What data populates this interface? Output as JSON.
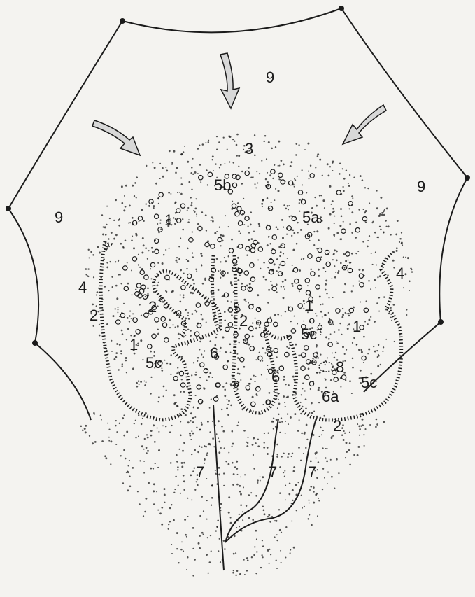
{
  "figure": {
    "labels": [
      {
        "id": "l-9-top",
        "text": "9"
      },
      {
        "id": "l-9-left",
        "text": "9"
      },
      {
        "id": "l-9-right",
        "text": "9"
      },
      {
        "id": "l-3",
        "text": "3"
      },
      {
        "id": "l-5b",
        "text": "5b"
      },
      {
        "id": "l-5a",
        "text": "5a"
      },
      {
        "id": "l-1a",
        "text": "1"
      },
      {
        "id": "l-4-left",
        "text": "4"
      },
      {
        "id": "l-2a",
        "text": "2"
      },
      {
        "id": "l-2b",
        "text": "2"
      },
      {
        "id": "l-1b",
        "text": "1"
      },
      {
        "id": "l-5c-left",
        "text": "5c"
      },
      {
        "id": "l-6-left",
        "text": "6"
      },
      {
        "id": "l-2c",
        "text": "2"
      },
      {
        "id": "l-1c",
        "text": "1"
      },
      {
        "id": "l-5c-mid",
        "text": "5c"
      },
      {
        "id": "l-1d",
        "text": "1"
      },
      {
        "id": "l-4-right",
        "text": "4"
      },
      {
        "id": "l-8",
        "text": "8"
      },
      {
        "id": "l-6-mid",
        "text": "6"
      },
      {
        "id": "l-6a",
        "text": "6a"
      },
      {
        "id": "l-5c-right",
        "text": "5c"
      },
      {
        "id": "l-2d",
        "text": "2"
      },
      {
        "id": "l-7a",
        "text": "7"
      },
      {
        "id": "l-7b",
        "text": "7"
      },
      {
        "id": "l-7c",
        "text": "7"
      }
    ]
  },
  "colors": {
    "line": "#1b1b1b",
    "paper": "#f4f3f0",
    "arrow_fill": "#d8d8d8"
  }
}
